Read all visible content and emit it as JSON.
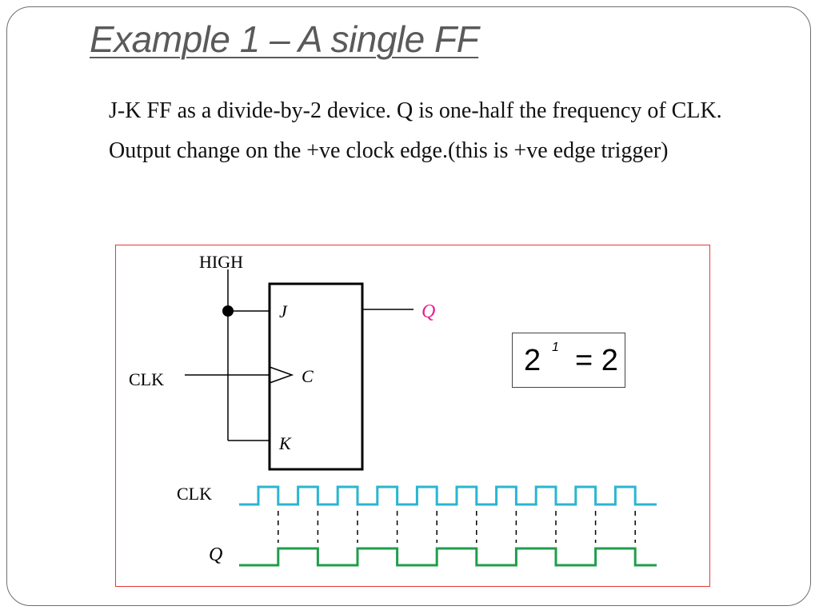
{
  "slide": {
    "title": "Example 1 – A single FF",
    "bullets": [
      "J-K FF as a divide-by-2 device. Q is one-half the frequency of CLK.",
      "Output change on the +ve clock edge.(this is +ve edge trigger)"
    ]
  },
  "diagram": {
    "labels": {
      "high": "HIGH",
      "clk_input": "CLK",
      "pin_j": "J",
      "pin_c": "C",
      "pin_k": "K",
      "output_q": "Q",
      "wave_clk": "CLK",
      "wave_q": "Q"
    },
    "formula": {
      "base": "2",
      "exponent": "1",
      "rest": "= 2"
    },
    "waveform": {
      "clk_cycles": 10,
      "q_cycles": 5
    },
    "colors": {
      "panel_border": "#e53935",
      "clk_wave": "#29b6d1",
      "q_wave": "#1e9e4a",
      "q_label": "#e91e8c"
    }
  }
}
